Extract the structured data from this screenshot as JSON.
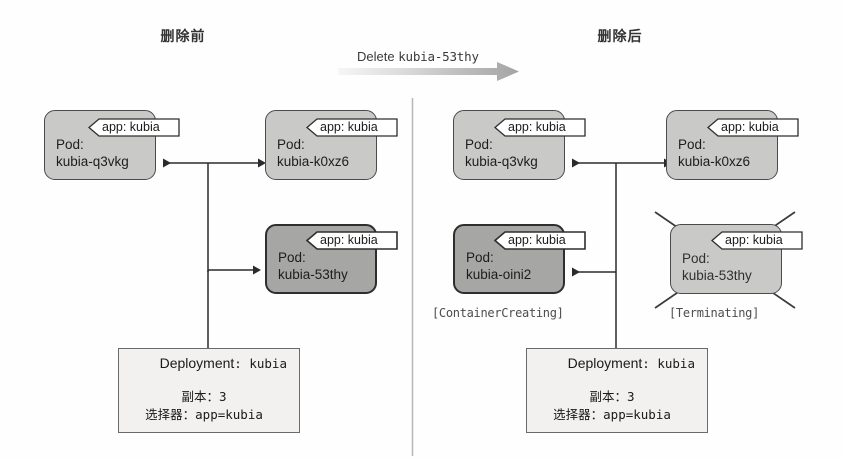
{
  "diagram": {
    "title_before": "删除前",
    "title_after": "删除后",
    "transition": {
      "label_prefix": "Delete ",
      "label_target": "kubia-53thy",
      "arrow_icon": "right-arrow-gradient-icon"
    },
    "colors": {
      "pod_fill": "#c9c9c7",
      "pod_fill_dark": "#a6a6a4",
      "pod_border": "#4a4a4a",
      "pod_border_dark": "#2e2e2e",
      "deployment_fill": "#f2f1ef",
      "deployment_border": "#6a6a6a",
      "connector": "#2b2b2b",
      "divider": "#b5b5b5",
      "status_text": "#4d4d4d",
      "arrow_gradient_from": "#f4f4f4",
      "arrow_gradient_to": "#a8a8a8"
    }
  },
  "before": {
    "pods": [
      {
        "kind_label": "Pod:",
        "name": "kubia-q3vkg",
        "tag": "app: kubia",
        "state": "running",
        "status": ""
      },
      {
        "kind_label": "Pod:",
        "name": "kubia-k0xz6",
        "tag": "app: kubia",
        "state": "running",
        "status": ""
      },
      {
        "kind_label": "Pod:",
        "name": "kubia-53thy",
        "tag": "app: kubia",
        "state": "selected",
        "status": ""
      }
    ],
    "deployment": {
      "kind_label": "Deployment",
      "separator": ": ",
      "name": "kubia",
      "replicas_label": "副本：",
      "replicas_value": "3",
      "selector_label": "选择器：",
      "selector_value": "app=kubia"
    }
  },
  "after": {
    "pods": [
      {
        "kind_label": "Pod:",
        "name": "kubia-q3vkg",
        "tag": "app: kubia",
        "state": "running",
        "status": ""
      },
      {
        "kind_label": "Pod:",
        "name": "kubia-k0xz6",
        "tag": "app: kubia",
        "state": "running",
        "status": ""
      },
      {
        "kind_label": "Pod:",
        "name": "kubia-oini2",
        "tag": "app: kubia",
        "state": "creating",
        "status": "[ContainerCreating]"
      },
      {
        "kind_label": "Pod:",
        "name": "kubia-53thy",
        "tag": "app: kubia",
        "state": "terminating",
        "status": "[Terminating]"
      }
    ],
    "deployment": {
      "kind_label": "Deployment",
      "separator": ": ",
      "name": "kubia",
      "replicas_label": "副本：",
      "replicas_value": "3",
      "selector_label": "选择器：",
      "selector_value": "app=kubia"
    }
  }
}
